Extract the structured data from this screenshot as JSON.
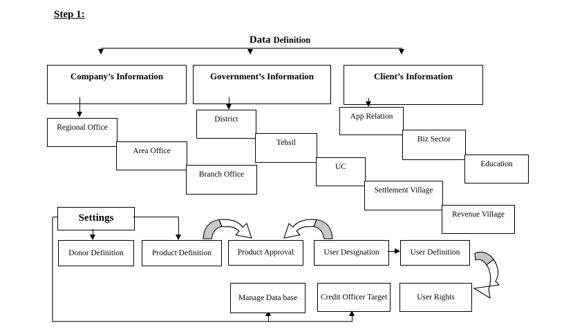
{
  "step_label": "Step 1:",
  "diagram": {
    "title": {
      "word1": "Data",
      "word2": "Definition"
    },
    "branches": {
      "company": {
        "label": "Company’s Information",
        "children": [
          "Regional Office",
          "Area Office",
          "Branch Office"
        ]
      },
      "government": {
        "label": "Government’s Information",
        "children": [
          "District",
          "Tehsil",
          "UC",
          "Settlement Village",
          "Revenue Village"
        ]
      },
      "client": {
        "label": "Client’s Information",
        "children": [
          "App Relation",
          "Biz Sector",
          "Education"
        ]
      }
    },
    "settings": {
      "label": "Settings",
      "items": [
        "Donor Definition",
        "Product Definition",
        "Product Approval",
        "User Designation",
        "User Definition",
        "Manage Data base",
        "Credit Officer Target",
        "User Rights"
      ]
    }
  },
  "colors": {
    "box_border": "#000000",
    "connector_gray": "#757575",
    "swoosh_fill": "#c8c8c8"
  }
}
